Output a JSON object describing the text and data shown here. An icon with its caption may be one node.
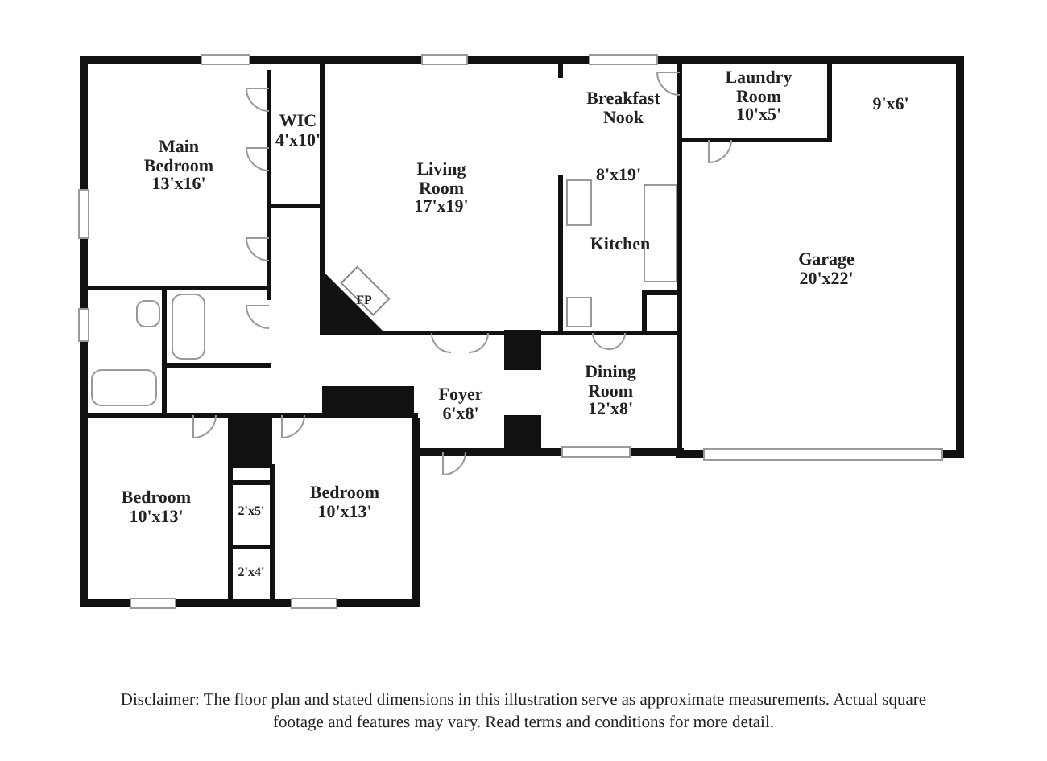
{
  "diagram": {
    "caption": "Disclaimer: The floor plan and stated dimensions in this illustration serve as approximate measurements. Actual square footage and features may vary. Read terms and conditions for more detail.",
    "labels": [
      "Laundry Room 10'x5'",
      "9'x6'",
      "Breakfast Nook",
      "WIC 4'x10'",
      "Main Bedroom 13'x16'",
      "Living Room 17'x19'",
      "8'x19'",
      "Kitchen",
      "Garage 20'x22'",
      "FP",
      "Foyer 6'x8'",
      "Dining Room 12'x8'",
      "Bedroom 10'x13'",
      "2'x5'",
      "Bedroom 10'x13'",
      "2'x4'"
    ]
  }
}
